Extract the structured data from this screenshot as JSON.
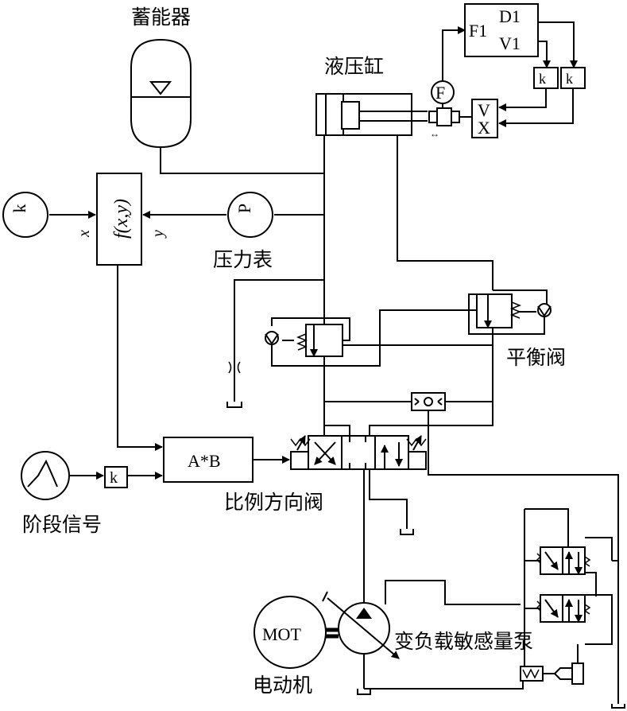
{
  "labels": {
    "accumulator": "蓄能器",
    "cylinder": "液压缸",
    "pressure_gauge": "压力表",
    "balance_valve": "平衡阀",
    "proportional_valve": "比例方向阀",
    "stage_signal": "阶段信号",
    "pump": "变负载敏感量泵",
    "motor": "电动机"
  },
  "blocks": {
    "gain_k": "k",
    "func_fxy": "f(x,y)",
    "func_x": "x",
    "func_y": "y",
    "pressure_p": "P",
    "force_f": "F",
    "f1": "F1",
    "d1": "D1",
    "v1": "V1",
    "sensor_v": "V",
    "sensor_x": "X",
    "multiplier": "A*B",
    "gain_k2": "k",
    "motor_text": "MOT"
  },
  "colors": {
    "line": "#000000",
    "background": "#ffffff"
  }
}
